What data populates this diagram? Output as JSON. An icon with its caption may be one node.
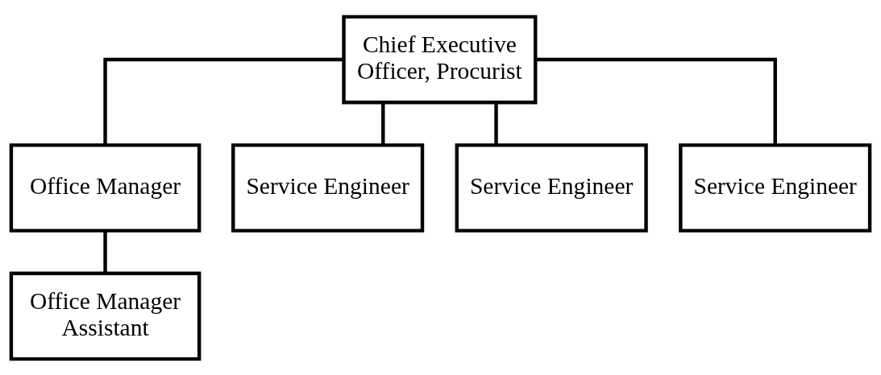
{
  "diagram": {
    "nodes": [
      {
        "text": [
          "Chief Executive Officer, Procurist"
        ]
      },
      {
        "text": [
          "Office Manager"
        ]
      },
      {
        "text": [
          "Service Engineer"
        ]
      },
      {
        "text": [
          "Service Engineer"
        ]
      },
      {
        "text": [
          "Service Engineer"
        ]
      },
      {
        "text": [
          "Office Manager Assistant"
        ]
      }
    ],
    "edges": [
      {
        "from": 0,
        "to": 1,
        "arrow": "none"
      },
      {
        "from": 0,
        "to": 2,
        "arrow": "none"
      },
      {
        "from": 0,
        "to": 3,
        "arrow": "none"
      },
      {
        "from": 0,
        "to": 4,
        "arrow": "none"
      },
      {
        "from": 1,
        "to": 5,
        "arrow": "none"
      }
    ]
  }
}
